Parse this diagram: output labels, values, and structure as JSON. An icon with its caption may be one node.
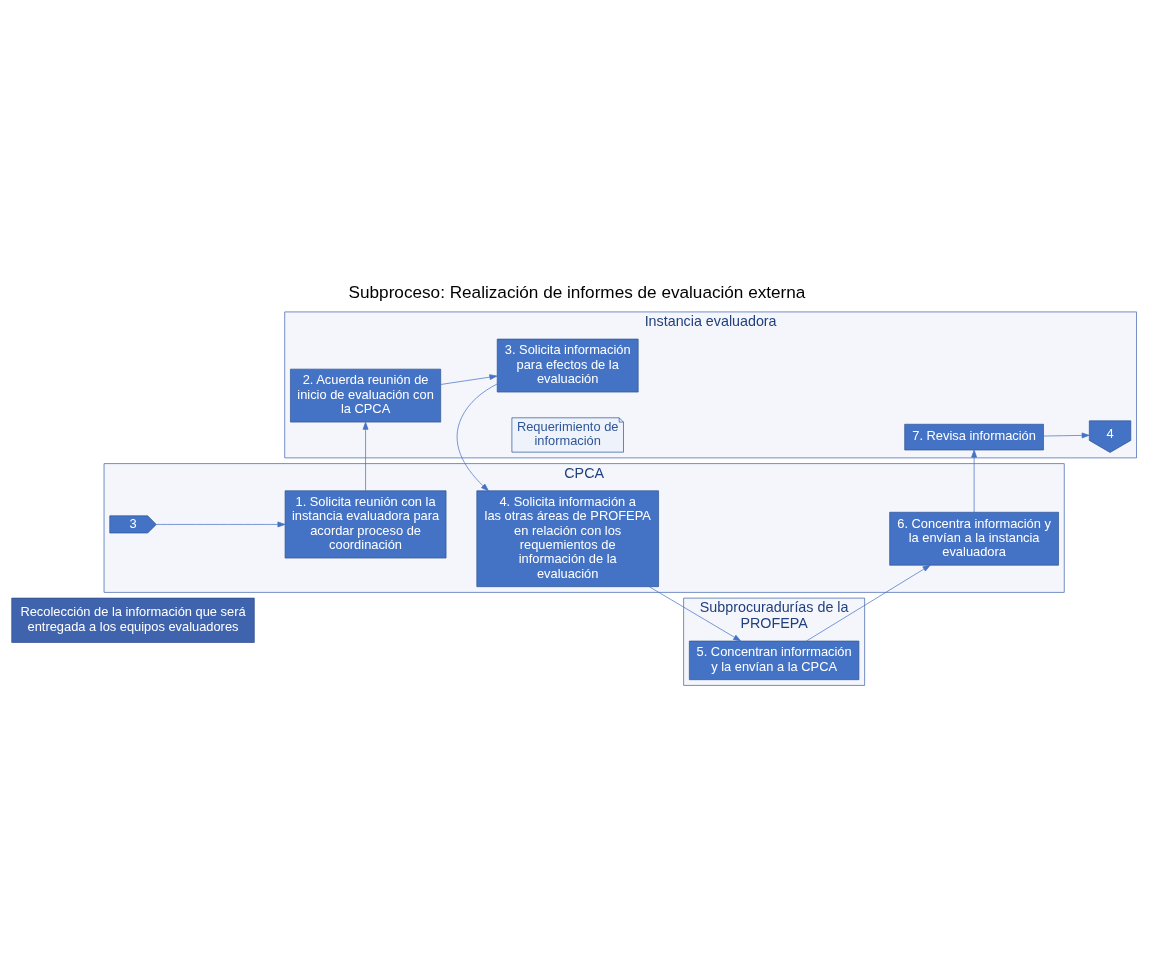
{
  "diagram": {
    "title": "Subproceso: Realización de informes de evaluación externa",
    "nodes": [
      {
        "text": [
          "Recolección de la información que será entregada a los equipos evaluadores"
        ]
      },
      {
        "text": [
          "CPCA"
        ]
      },
      {
        "text": [
          "Subprocuradurías de la PROFEPA"
        ]
      },
      {
        "text": [
          "Instancia evaluadora"
        ]
      },
      {
        "text": [
          "3"
        ],
        "in": 1
      },
      {
        "text": [
          "1. Solicita reunión con la instancia evaluadora para acordar proceso de coordinación"
        ],
        "in": 1
      },
      {
        "text": [
          "4. Solicita información a las otras áreas de PROFEPA en relación con los requemientos de información de la evaluación"
        ],
        "in": 1
      },
      {
        "text": [
          "6. Concentra información y la envían a la instancia evaluadora"
        ],
        "in": 1
      },
      {
        "text": [
          "5. Concentran inforrmación y la envían a la CPCA"
        ],
        "in": 2
      },
      {
        "text": [
          "2. Acuerda reunión de inicio de evaluación con la CPCA"
        ],
        "in": 3
      },
      {
        "text": [
          "3. Solicita información para efectos de la evaluación"
        ],
        "in": 3
      },
      {
        "text": [
          "Requerimiento de información"
        ],
        "in": 3
      },
      {
        "text": [
          "7. Revisa información"
        ],
        "in": 3
      },
      {
        "text": [
          "4"
        ],
        "in": 3
      }
    ],
    "edges": [
      {
        "from": 4,
        "to": 5,
        "arrow": "to"
      },
      {
        "from": 5,
        "to": 9,
        "arrow": "to"
      },
      {
        "from": 9,
        "to": 10,
        "arrow": "to"
      },
      {
        "from": 10,
        "to": 6,
        "arrow": "to"
      },
      {
        "from": 6,
        "to": 8,
        "arrow": "to"
      },
      {
        "from": 8,
        "to": 7,
        "arrow": "to"
      },
      {
        "from": 7,
        "to": 12,
        "arrow": "to"
      },
      {
        "from": 12,
        "to": 13,
        "arrow": "to"
      }
    ]
  }
}
